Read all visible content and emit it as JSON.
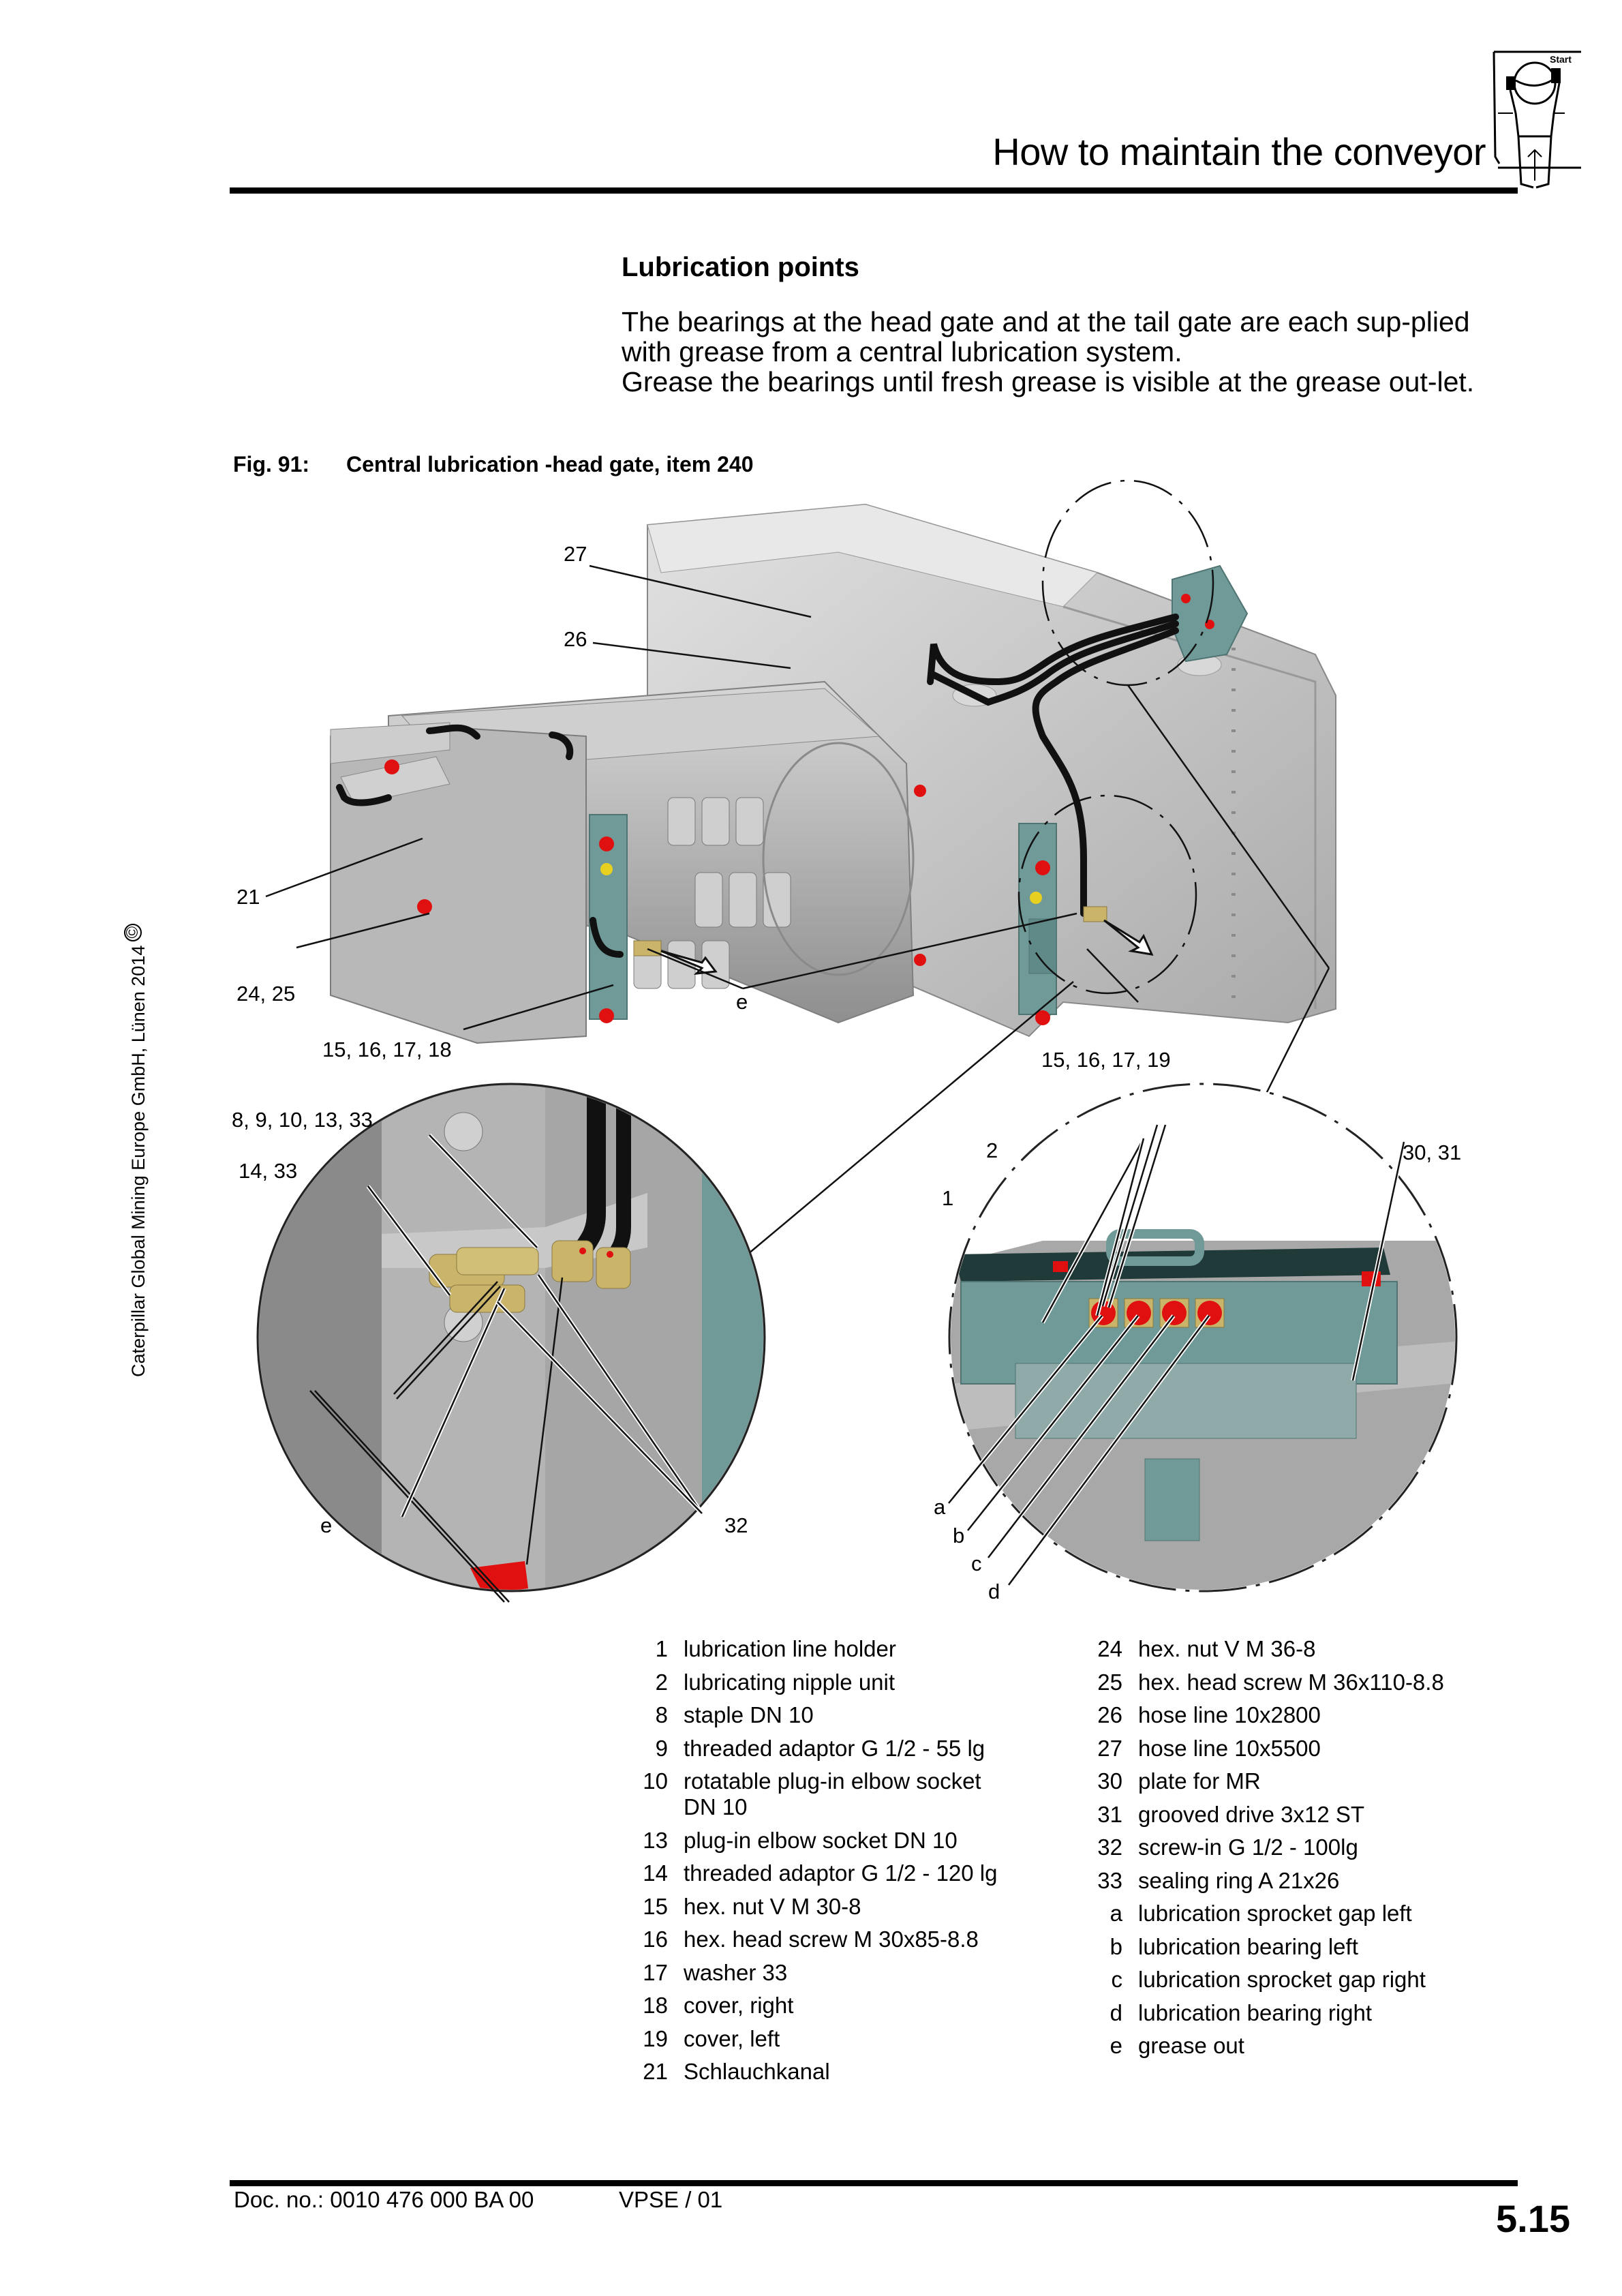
{
  "header": {
    "title": "How to maintain the conveyor",
    "logo_label": "Start",
    "logo_icon": "worker-pressing-start-button-icon"
  },
  "section": {
    "title": "Lubrication points",
    "paragraphs": [
      "The bearings at the head gate and at the tail gate are each sup-plied with grease from a central lubrication system.",
      "Grease the bearings until fresh grease is visible at the grease out-let."
    ]
  },
  "figure": {
    "number": "Fig. 91:",
    "caption": "Central lubrication -head gate, item 240",
    "callouts_main": {
      "c27": "27",
      "c26": "26",
      "c21": "21",
      "c24_25": "24, 25",
      "c15_18": "15, 16, 17, 18",
      "e": "e",
      "c15_19": "15, 16, 17, 19"
    },
    "callouts_detail_left": {
      "c8_33": "8, 9, 10, 13, 33",
      "c14_33": "14, 33",
      "e": "e",
      "c32": "32"
    },
    "callouts_detail_right": {
      "c2": "2",
      "c1": "1",
      "c30_31": "30, 31",
      "a": "a",
      "b": "b",
      "c": "c",
      "d": "d"
    },
    "colors": {
      "machine_grey": "#c8c8c8",
      "bracket_teal": "#6f9a98",
      "nipple_red": "#e01010",
      "fitting_brass": "#c9b46a",
      "hose_black": "#111111"
    }
  },
  "legend": {
    "left": [
      {
        "key": "1",
        "desc": "lubrication line holder"
      },
      {
        "key": "2",
        "desc": "lubricating nipple unit"
      },
      {
        "key": "8",
        "desc": "staple DN 10"
      },
      {
        "key": "9",
        "desc": "threaded adaptor G 1/2 - 55 lg"
      },
      {
        "key": "10",
        "desc": "rotatable plug-in elbow socket DN 10"
      },
      {
        "key": "13",
        "desc": "plug-in elbow socket DN 10"
      },
      {
        "key": "14",
        "desc": "threaded adaptor G 1/2 - 120 lg"
      },
      {
        "key": "15",
        "desc": "hex. nut V M 30-8"
      },
      {
        "key": "16",
        "desc": "hex. head screw M 30x85-8.8"
      },
      {
        "key": "17",
        "desc": "washer 33"
      },
      {
        "key": "18",
        "desc": "cover, right"
      },
      {
        "key": "19",
        "desc": "cover, left"
      },
      {
        "key": "21",
        "desc": "Schlauchkanal"
      }
    ],
    "right": [
      {
        "key": "24",
        "desc": "hex. nut V M 36-8"
      },
      {
        "key": "25",
        "desc": "hex. head screw M 36x110-8.8"
      },
      {
        "key": "26",
        "desc": "hose line 10x2800"
      },
      {
        "key": "27",
        "desc": "hose line 10x5500"
      },
      {
        "key": "30",
        "desc": "plate for MR"
      },
      {
        "key": "31",
        "desc": "grooved drive 3x12 ST"
      },
      {
        "key": "32",
        "desc": "screw-in G 1/2 - 100lg"
      },
      {
        "key": "33",
        "desc": "sealing ring A 21x26"
      },
      {
        "key": "a",
        "desc": "lubrication sprocket gap left"
      },
      {
        "key": "b",
        "desc": "lubrication bearing left"
      },
      {
        "key": "c",
        "desc": "lubrication sprocket gap right"
      },
      {
        "key": "d",
        "desc": "lubrication bearing right"
      },
      {
        "key": "e",
        "desc": "grease out"
      }
    ]
  },
  "footer": {
    "doc_no": "Doc. no.: 0010 476 000 BA 00",
    "version": "VPSE / 01",
    "page": "5.15"
  },
  "copyright": {
    "text": "Caterpillar Global Mining Europe GmbH, Lünen 2014",
    "symbol": "©"
  }
}
